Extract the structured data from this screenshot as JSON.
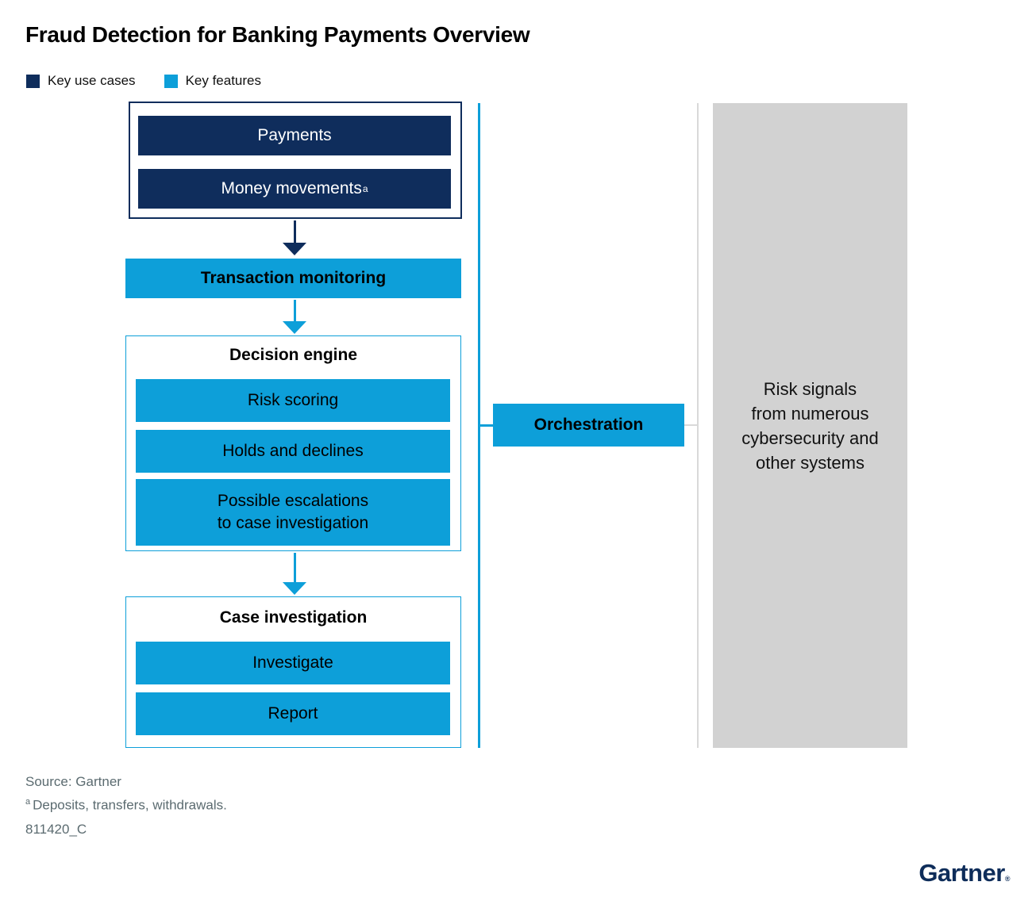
{
  "title": "Fraud Detection for Banking Payments Overview",
  "legend": [
    {
      "label": "Key use cases",
      "color": "#0f2d5c"
    },
    {
      "label": "Key features",
      "color": "#0d9fd9"
    }
  ],
  "colors": {
    "navy": "#0f2d5c",
    "blue": "#0d9fd9",
    "panel_gray": "#d2d2d2",
    "line_gray": "#d9d9d9",
    "footer_text": "#5b6b70"
  },
  "flow": {
    "use_cases": {
      "items": [
        "Payments",
        "Money movements"
      ],
      "footnote_marker": "a"
    },
    "transaction_monitoring": {
      "label": "Transaction monitoring"
    },
    "decision_engine": {
      "title": "Decision engine",
      "items": [
        "Risk scoring",
        "Holds and declines",
        "Possible escalations\nto case investigation"
      ]
    },
    "case_investigation": {
      "title": "Case investigation",
      "items": [
        "Investigate",
        "Report"
      ]
    },
    "orchestration": {
      "label": "Orchestration"
    },
    "risk_signals": {
      "text": "Risk signals\nfrom numerous\ncybersecurity and\nother systems"
    }
  },
  "footer": {
    "source": "Source: Gartner",
    "footnote_marker": "a",
    "footnote": "Deposits, transfers, withdrawals.",
    "doc_id": "811420_C"
  },
  "brand": {
    "logo": "Gartner",
    "registered": "®"
  }
}
